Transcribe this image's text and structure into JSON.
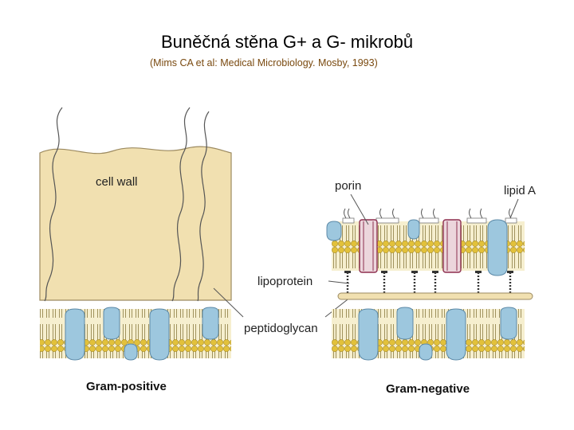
{
  "header": {
    "title": "Buněčná stěna G+ a G- mikrobů",
    "citation": "(Mims CA et al: Medical Microbiology. Mosby, 1993)"
  },
  "diagram": {
    "labels": {
      "cell_wall": "cell wall",
      "porin": "porin",
      "lipid_a": "lipid A",
      "lipoprotein": "lipoprotein",
      "peptidoglycan": "peptidoglycan"
    },
    "captions": {
      "gram_positive": "Gram-positive",
      "gram_negative": "Gram-negative"
    },
    "colors": {
      "wall_fill": "#f1e0b0",
      "wall_stroke": "#9c8a60",
      "membrane_band": "#f6efcf",
      "lipid_head": "#e2c13a",
      "protein": "#9dc7de",
      "protein_stroke": "#5d8aa8",
      "porin_fill": "#ecd6dc",
      "porin_stroke": "#8d2f4e",
      "lipoprotein": "#333333"
    }
  }
}
